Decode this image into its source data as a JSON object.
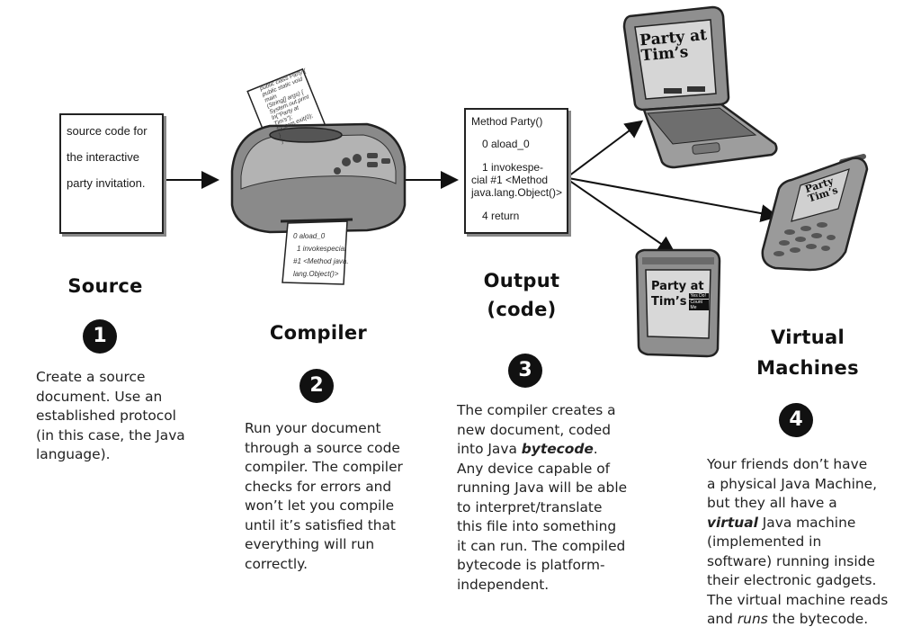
{
  "source": {
    "doc_lines": [
      "source code for",
      "the interactive",
      "party invitation."
    ],
    "heading": "Source",
    "number": "1",
    "description": [
      "Create a source",
      "document. Use an",
      "established protocol",
      "(in this case, the Java",
      "language)."
    ]
  },
  "compiler": {
    "paper_in_lines": [
      "public class Party {",
      "public static void main",
      "(String[] args) {",
      "System.out.print",
      "ln(\"Party at",
      "Tim's\");",
      "System.exit(0);",
      "}",
      "}"
    ],
    "paper_out_lines": [
      "0 aload_0",
      "1 invokespecial",
      "#1 <Method java.",
      "lang.Object()>"
    ],
    "heading": "Compiler",
    "number": "2",
    "description": [
      "Run your document",
      "through a source code",
      "compiler. The compiler",
      "checks for errors and",
      "won’t let you compile",
      "until it’s satisfied that",
      "everything will run",
      "correctly."
    ]
  },
  "output": {
    "code_lines": [
      "Method Party()",
      "0 aload_0",
      "1 invokespe-",
      "cial #1 <Method",
      "java.lang.Object()>",
      "4 return"
    ],
    "heading_line1": "Output",
    "heading_line2": "(code)",
    "number": "3",
    "description": {
      "l1": "The compiler creates a",
      "l2": "new document, coded",
      "l3_pre": "into Java ",
      "l3_em": "bytecode",
      "l3_post": ".",
      "l4": "Any device capable of",
      "l5": "running Java will be able",
      "l6": "to interpret/translate",
      "l7": "this file into something",
      "l8": "it can run. The compiled",
      "l9": "bytecode is platform-",
      "l10": "independent."
    }
  },
  "devices": {
    "laptop_screen": [
      "Party at",
      "Tim’s"
    ],
    "phone_screen": [
      "Party",
      "Tim’s"
    ],
    "pda_screen": [
      "Party at",
      "Tim’s"
    ],
    "pda_buttons": [
      "Yes Do!",
      "Count Me"
    ]
  },
  "virtual": {
    "heading_line1": "Virtual",
    "heading_line2": "Machines",
    "number": "4",
    "description": {
      "l1": "Your friends don’t have",
      "l2": "a physical Java Machine,",
      "l3": "but they all have a",
      "l4_em": "virtual",
      "l4_post": " Java machine",
      "l5": "(implemented in",
      "l6": "software) running inside",
      "l7": "their electronic gadgets.",
      "l8": "The virtual machine reads",
      "l9_pre": "and ",
      "l9_em": "runs",
      "l9_post": " the bytecode."
    }
  }
}
